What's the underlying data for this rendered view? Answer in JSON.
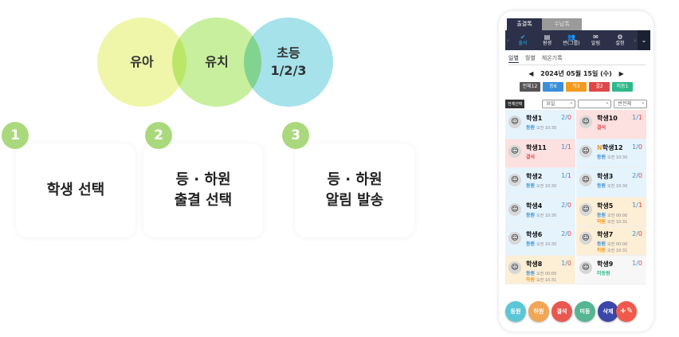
{
  "venn": [
    {
      "label": "유아",
      "color": "#eff6a9"
    },
    {
      "label": "유치",
      "color": "#c8ef9d"
    },
    {
      "label": "초등\n1/2/3",
      "color": "#a5e2ea"
    }
  ],
  "steps": [
    {
      "num": "1",
      "text": "학생 선택"
    },
    {
      "num": "2",
      "text": "등 · 하원\n출결 선택"
    },
    {
      "num": "3",
      "text": "등 · 하원\n알림 발송"
    }
  ],
  "phone": {
    "tabs": [
      "출결톡",
      "수납톡"
    ],
    "nav": [
      {
        "icon": "✔",
        "label": "출석"
      },
      {
        "icon": "▤",
        "label": "원생"
      },
      {
        "icon": "👥",
        "label": "반(그룹)"
      },
      {
        "icon": "✉",
        "label": "알림"
      },
      {
        "icon": "⚙",
        "label": "설정"
      }
    ],
    "subtabs": [
      "일별",
      "월별",
      "체온기록"
    ],
    "date": "2024년 05월 15일 (수)",
    "badges": [
      {
        "label": "전체12",
        "color": "#555"
      },
      {
        "label": "등6",
        "color": "#3a8fd8"
      },
      {
        "label": "하3",
        "color": "#f29a1f"
      },
      {
        "label": "결2",
        "color": "#e04848"
      },
      {
        "label": "미등1",
        "color": "#2fb98a"
      }
    ],
    "select_all": "전체선택",
    "filters": [
      "요일",
      "",
      "반전체"
    ],
    "students": [
      {
        "name": "학생1",
        "a": "2",
        "b": "0",
        "bg": "#e5f3fd",
        "lines": [
          {
            "t": "등원",
            "c": "#3a8fd8",
            "time": "오전 10:30"
          }
        ]
      },
      {
        "name": "학생10",
        "a": "1",
        "b": "1",
        "bg": "#fde0e0",
        "lines": [
          {
            "t": "결석",
            "c": "#e04848",
            "time": ""
          }
        ]
      },
      {
        "name": "학생11",
        "a": "1",
        "b": "1",
        "bg": "#fde0e0",
        "lines": [
          {
            "t": "결석",
            "c": "#e04848",
            "time": ""
          }
        ]
      },
      {
        "name": "학생12",
        "prefix": "N",
        "a": "1",
        "b": "0",
        "bg": "#e5f3fd",
        "lines": [
          {
            "t": "등원",
            "c": "#3a8fd8",
            "time": "오전 10:30"
          }
        ]
      },
      {
        "name": "학생2",
        "a": "1",
        "b": "1",
        "bg": "#e5f3fd",
        "lines": [
          {
            "t": "등원",
            "c": "#3a8fd8",
            "time": "오전 10:30"
          }
        ]
      },
      {
        "name": "학생3",
        "a": "2",
        "b": "0",
        "bg": "#e5f3fd",
        "lines": [
          {
            "t": "등원",
            "c": "#3a8fd8",
            "time": "오전 10:30"
          }
        ]
      },
      {
        "name": "학생4",
        "a": "2",
        "b": "0",
        "bg": "#e5f3fd",
        "lines": [
          {
            "t": "등원",
            "c": "#3a8fd8",
            "time": "오전 10:30"
          }
        ]
      },
      {
        "name": "학생5",
        "a": "1",
        "b": "1",
        "bg": "#fdeed6",
        "lines": [
          {
            "t": "등원",
            "c": "#3a8fd8",
            "time": "오전 00:00"
          },
          {
            "t": "하원",
            "c": "#f29a1f",
            "time": "오전 10:31"
          }
        ]
      },
      {
        "name": "학생6",
        "a": "2",
        "b": "0",
        "bg": "#e5f3fd",
        "lines": [
          {
            "t": "등원",
            "c": "#3a8fd8",
            "time": "오전 10:30"
          }
        ]
      },
      {
        "name": "학생7",
        "a": "2",
        "b": "0",
        "bg": "#fdeed6",
        "lines": [
          {
            "t": "등원",
            "c": "#3a8fd8",
            "time": "오전 00:00"
          },
          {
            "t": "하원",
            "c": "#f29a1f",
            "time": "오전 10:31"
          }
        ]
      },
      {
        "name": "학생8",
        "a": "1",
        "b": "0",
        "bg": "#fdeed6",
        "lines": [
          {
            "t": "등원",
            "c": "#3a8fd8",
            "time": "오전 00:00"
          },
          {
            "t": "하원",
            "c": "#f29a1f",
            "time": "오전 10:31"
          }
        ]
      },
      {
        "name": "학생9",
        "a": "1",
        "b": "0",
        "bg": "#f7f7f7",
        "lines": [
          {
            "t": "미등원",
            "c": "#2fb98a",
            "time": ""
          }
        ]
      }
    ],
    "fabs": [
      {
        "label": "등원",
        "color": "#5bc6d6"
      },
      {
        "label": "하원",
        "color": "#f0a755"
      },
      {
        "label": "결석",
        "color": "#e8584f"
      },
      {
        "label": "미등",
        "color": "#56b592"
      },
      {
        "label": "삭제",
        "color": "#3b47a8"
      },
      {
        "label": "+✎",
        "color": "#ef5a4c"
      }
    ]
  }
}
